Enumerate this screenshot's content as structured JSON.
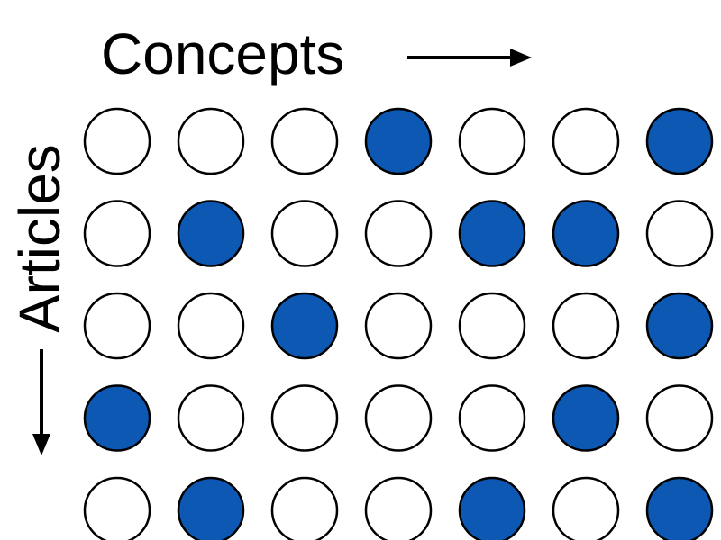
{
  "axes": {
    "x_label": "Concepts",
    "y_label": "Articles"
  },
  "colors": {
    "filled": "#0c58b3",
    "empty": "#ffffff",
    "stroke": "#000000"
  },
  "matrix": [
    [
      0,
      0,
      0,
      1,
      0,
      0,
      1
    ],
    [
      0,
      1,
      0,
      0,
      1,
      1,
      0
    ],
    [
      0,
      0,
      1,
      0,
      0,
      0,
      1
    ],
    [
      1,
      0,
      0,
      0,
      0,
      1,
      0
    ],
    [
      0,
      1,
      0,
      0,
      1,
      0,
      1
    ]
  ]
}
